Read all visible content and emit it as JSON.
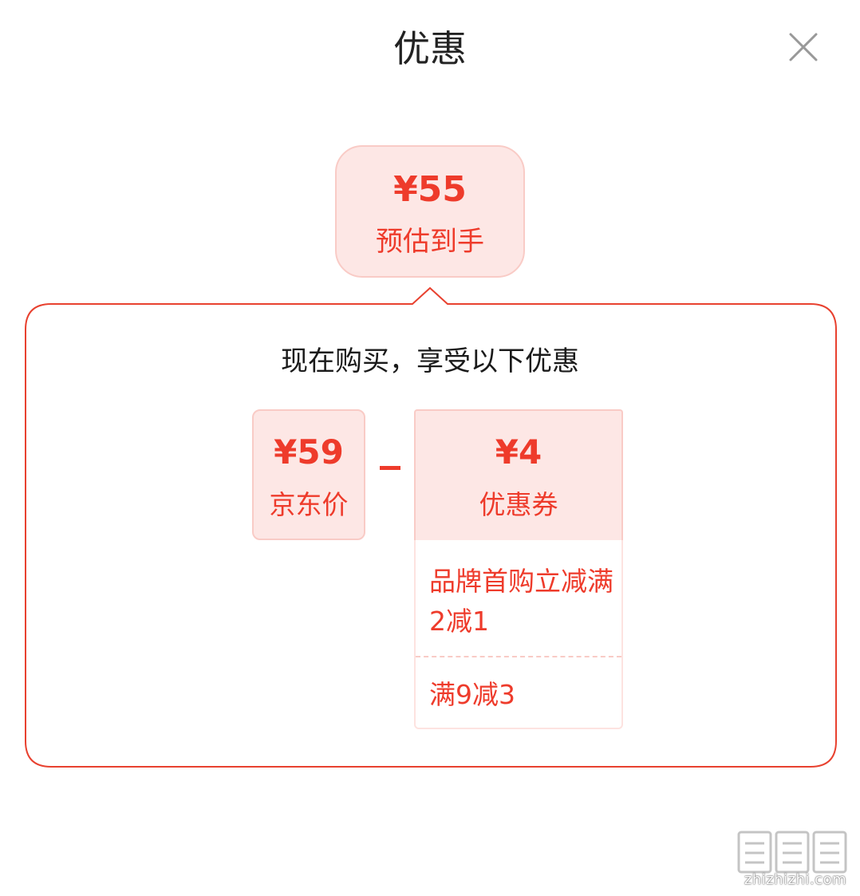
{
  "modal": {
    "title": "优惠"
  },
  "estimate": {
    "price": "¥55",
    "label": "预估到手"
  },
  "breakdown": {
    "subtitle": "现在购买，享受以下优惠",
    "jd_price": "¥59",
    "jd_label": "京东价",
    "operator": "-",
    "coupon_price": "¥4",
    "coupon_label": "优惠券",
    "coupons": [
      {
        "text": "品牌首购立减满2减1"
      },
      {
        "text": "满9减3"
      }
    ]
  },
  "watermark": {
    "text": "zhizhizhi.com"
  },
  "colors": {
    "accent": "#ee3b2b",
    "box_fill": "#fde7e5",
    "box_border": "#f9cbc6",
    "title": "#222222"
  },
  "icons": {
    "close": "close-icon",
    "watermark_logo": "zhizhizhi-logo"
  }
}
